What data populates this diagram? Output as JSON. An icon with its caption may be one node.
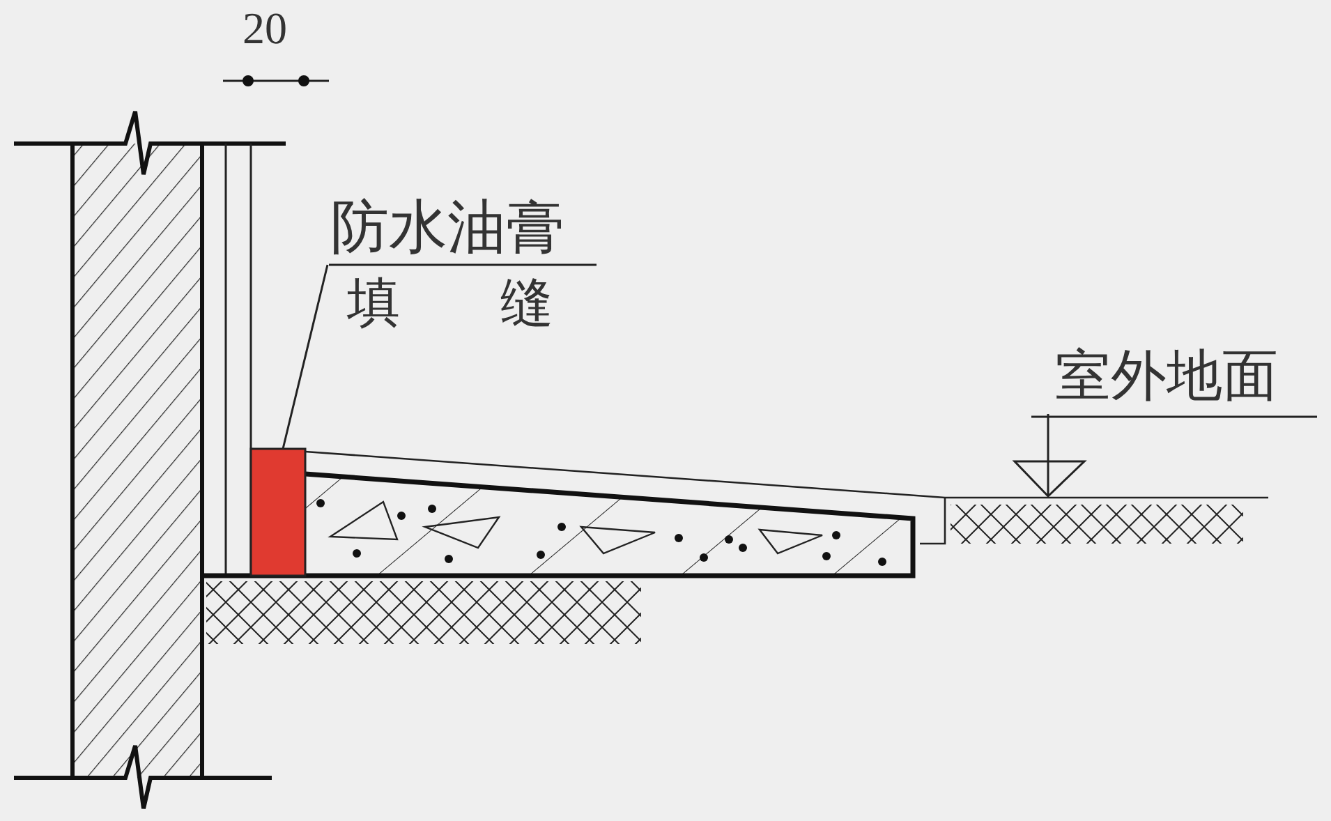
{
  "diagram": {
    "nodes": [
      {
        "text": [
          "防水油膏",
          "填缝"
        ]
      },
      {
        "text": [],
        "shape": "box"
      }
    ],
    "edges": [
      {
        "from": 0,
        "to": 1,
        "arrow": "none"
      }
    ],
    "labels": [
      "20",
      "室外地面"
    ]
  }
}
